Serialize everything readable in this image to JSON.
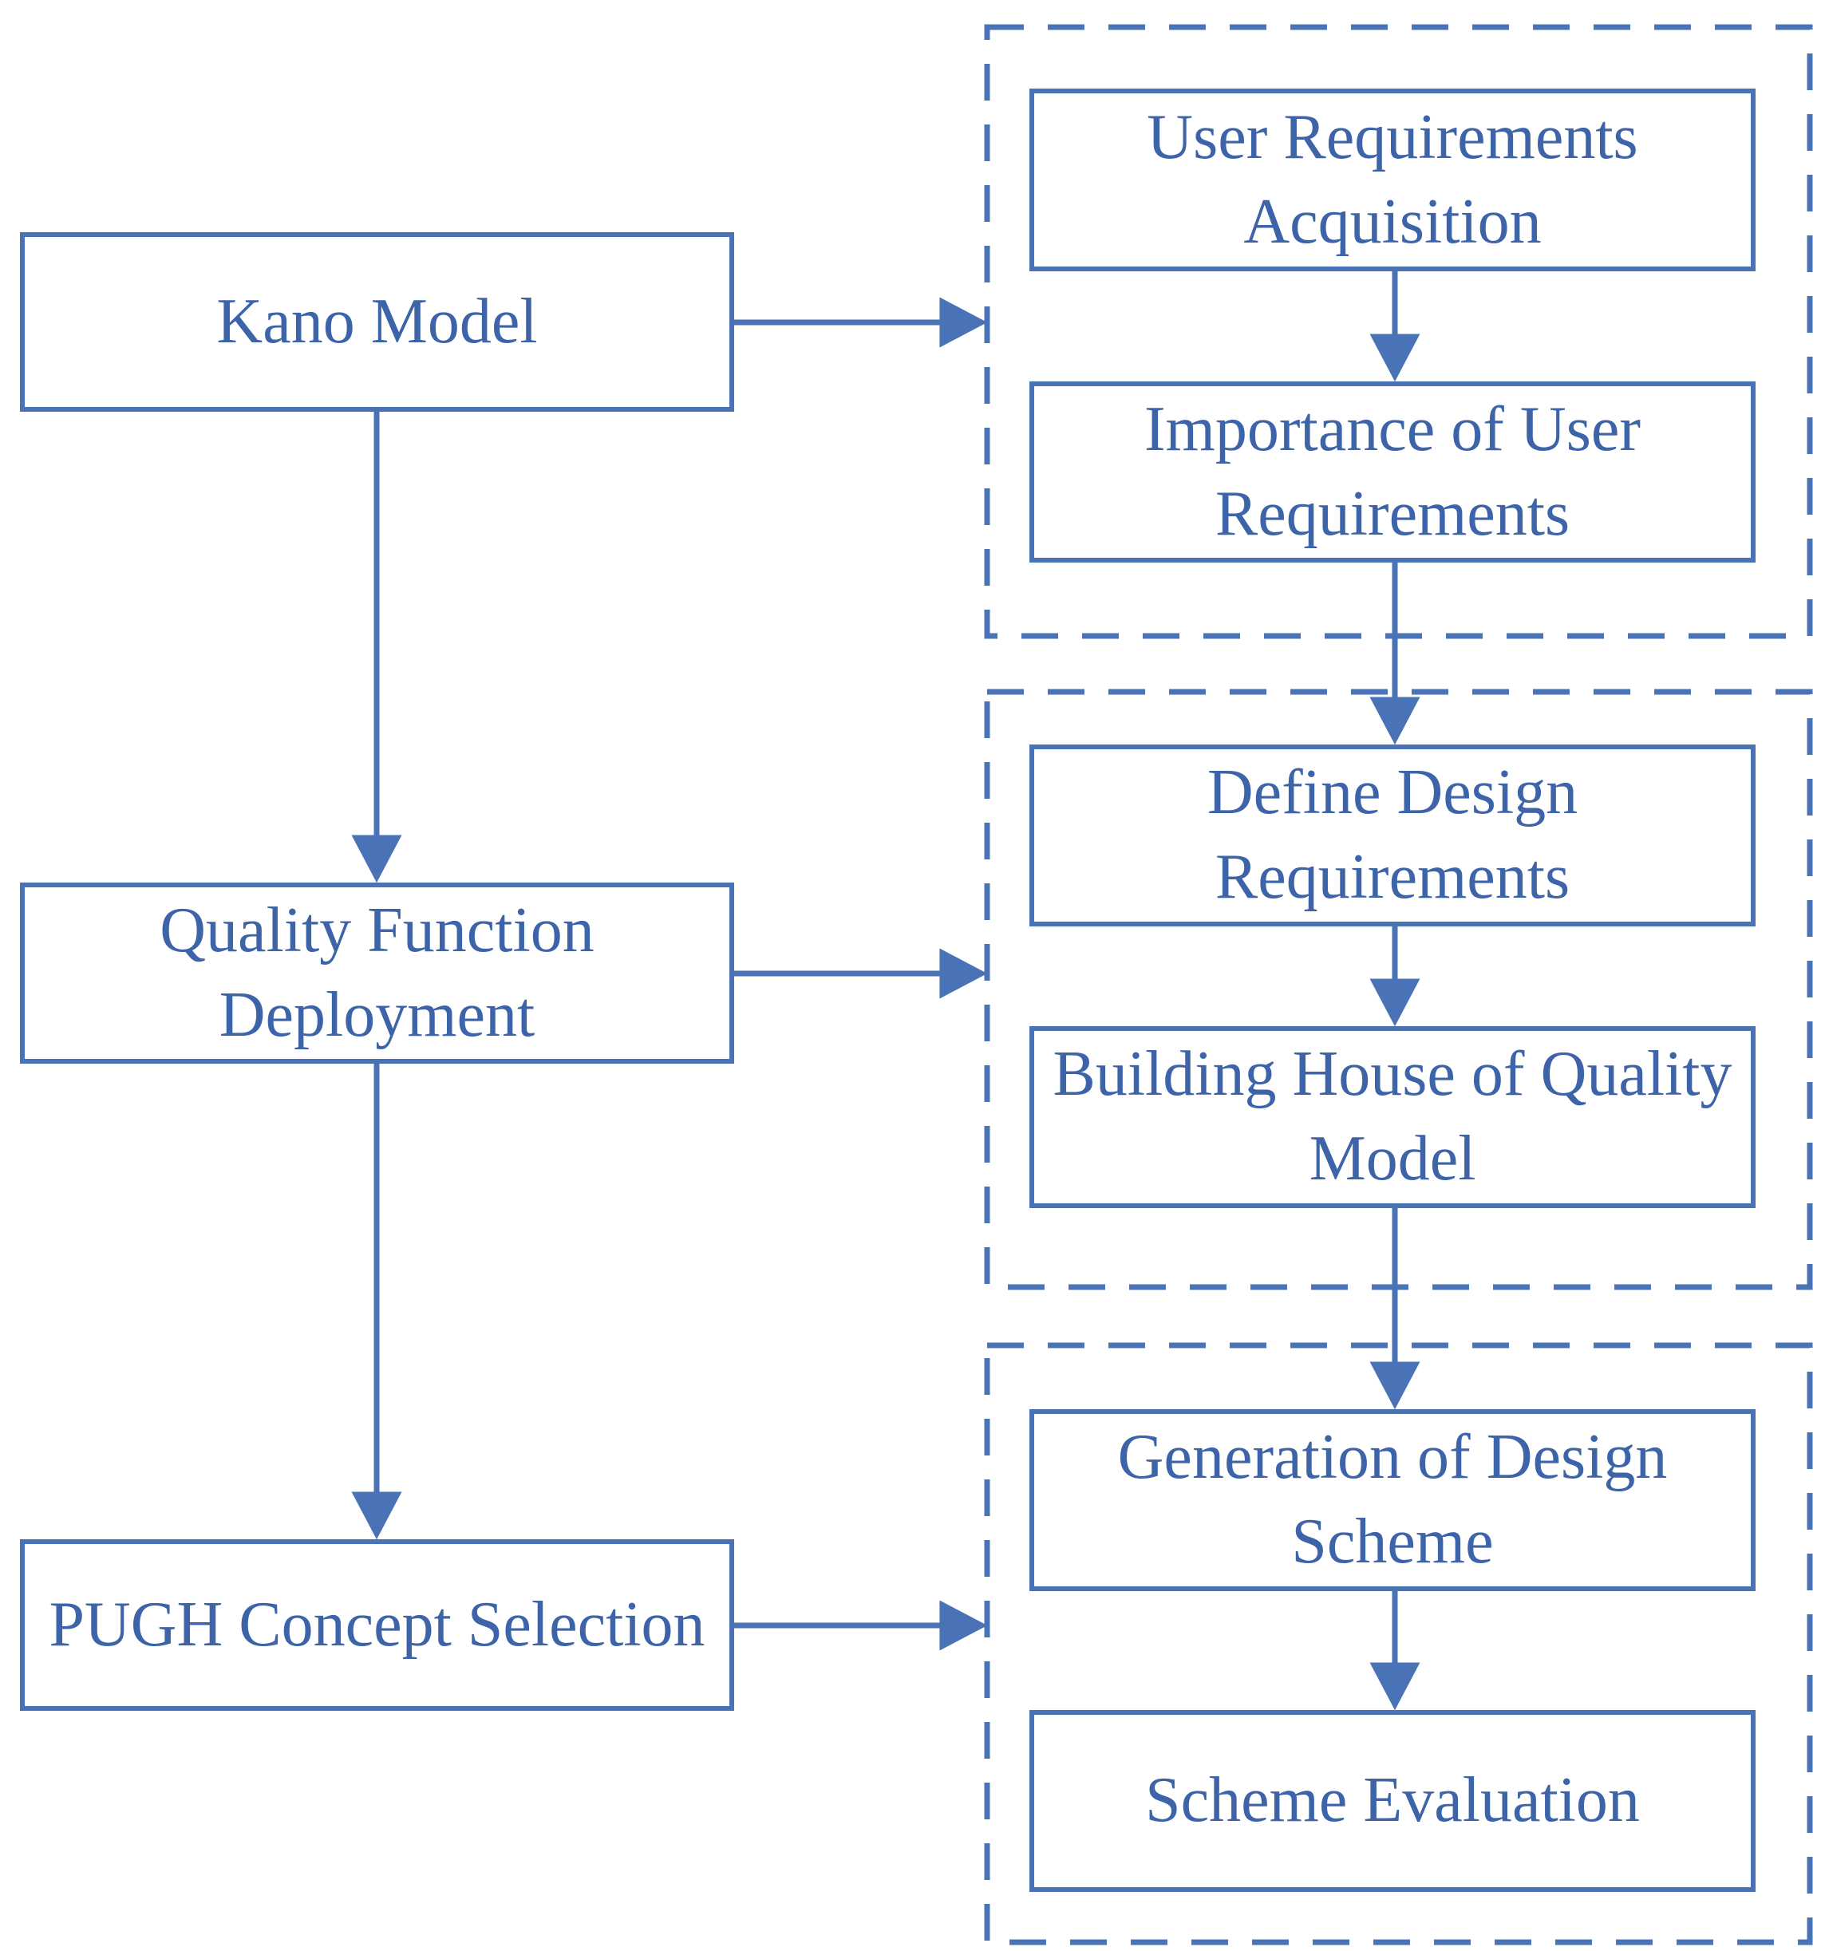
{
  "colors": {
    "line": "#4a72b6",
    "text": "#3d64a8",
    "background": "#ffffff"
  },
  "left_column": {
    "items": [
      {
        "label": "Kano Model"
      },
      {
        "label": "Quality Function Deployment"
      },
      {
        "label": "PUGH Concept Selection"
      }
    ]
  },
  "right_column": {
    "groups": [
      {
        "steps": [
          {
            "label": "User Requirements Acquisition"
          },
          {
            "label": "Importance of User Requirements"
          }
        ]
      },
      {
        "steps": [
          {
            "label": "Define Design Requirements"
          },
          {
            "label": "Building House of Quality Model"
          }
        ]
      },
      {
        "steps": [
          {
            "label": "Generation of Design Scheme"
          },
          {
            "label": "Scheme Evaluation"
          }
        ]
      }
    ]
  }
}
